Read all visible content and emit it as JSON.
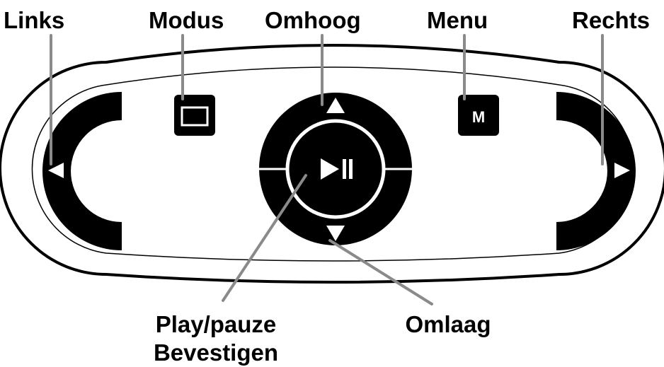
{
  "labels": {
    "links": "Links",
    "modus": "Modus",
    "omhoog": "Omhoog",
    "menu": "Menu",
    "rechts": "Rechts",
    "play_pauze": "Play/pauze",
    "bevestigen": "Bevestigen",
    "omlaag": "Omlaag"
  },
  "buttons": {
    "menu_key": "M"
  },
  "colors": {
    "body": "#000000",
    "background": "#ffffff",
    "leader_line": "#8a8a8a"
  },
  "icons": {
    "left": "triangle-left-icon",
    "right": "triangle-right-icon",
    "up": "triangle-up-icon",
    "down": "triangle-down-icon",
    "mode": "rectangle-outline-icon",
    "play_pause": "play-pause-icon"
  }
}
